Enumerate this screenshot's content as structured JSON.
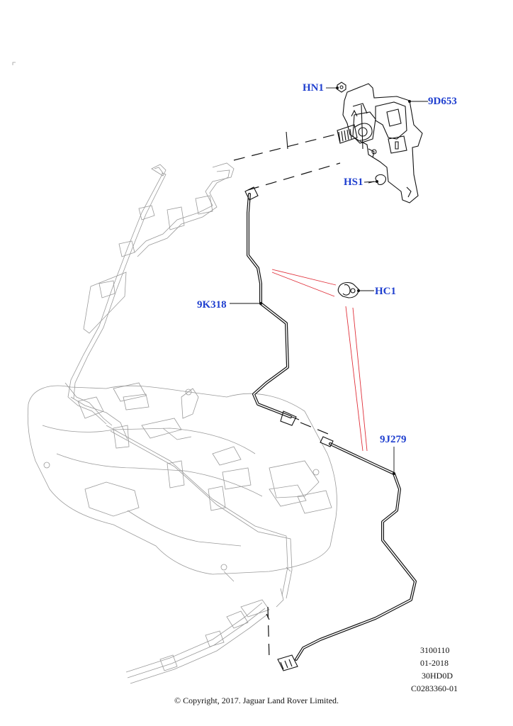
{
  "callouts": {
    "hn1": "HN1",
    "p9d653": "9D653",
    "hs1": "HS1",
    "hc1": "HC1",
    "p9k318": "9K318",
    "p9j279": "9J279"
  },
  "reference": {
    "line1": "3100110",
    "line2": "01-2018",
    "line3": "30HD0D",
    "line4": "C0283360-01"
  },
  "copyright": "© Copyright, 2017. Jaguar Land Rover Limited.",
  "colors": {
    "callout_text": "#1f3fcf",
    "indicator_lines": "#e0303a",
    "line_art": "#111111"
  }
}
